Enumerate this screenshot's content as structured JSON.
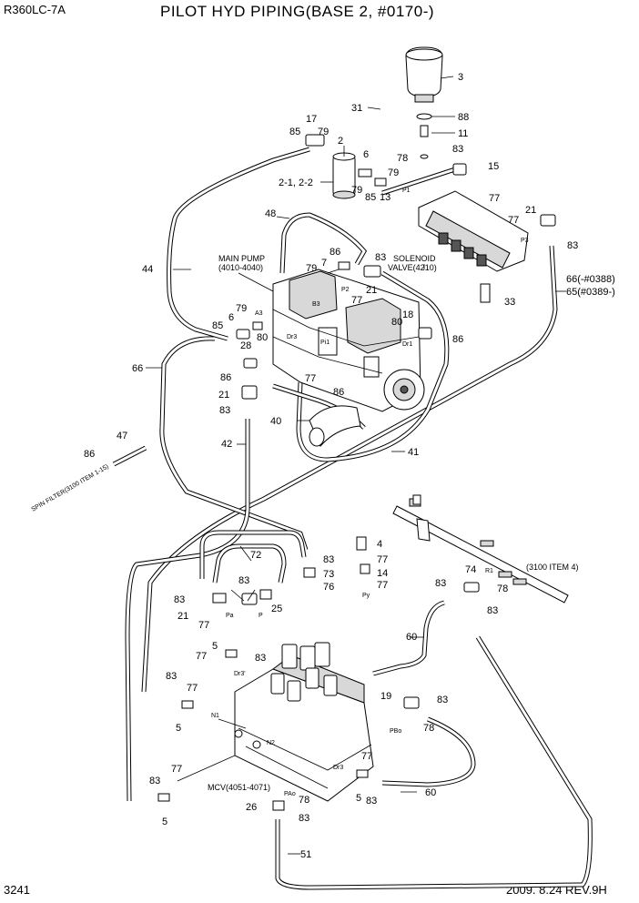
{
  "header": {
    "model": "R360LC-7A",
    "title": "PILOT HYD PIPING(BASE 2, #0170-)",
    "page_number": "3241",
    "revision": "2009. 8.24  REV.9H"
  },
  "notes": {
    "main_pump_1": "MAIN PUMP",
    "main_pump_2": "(4010-4040)",
    "solenoid_1": "SOLENOID",
    "solenoid_2": "VALVE(4210)",
    "pipe_ref": "(3100 ITEM 4)",
    "mcv": "MCV(4051-4071)",
    "pilot_filter": "SPIN FILTER(3100 ITEM 1-15)"
  },
  "ports": {
    "p1": "P1",
    "p2": "P2",
    "p3": "P3",
    "a3": "A3",
    "b3": "B3",
    "dr3": "Dr3",
    "pi1": "Pi1",
    "dr1": "Dr1",
    "py": "Py",
    "pa": "Pa",
    "p": "P",
    "r1": "R1",
    "dr3b": "Dr3'",
    "n1": "N1",
    "n2": "N2",
    "pbo": "PBo",
    "dr3c": "Dr3",
    "pao": "PAo"
  },
  "callouts": {
    "c3": "3",
    "c31": "31",
    "c88": "88",
    "c11": "11",
    "c78a": "78",
    "c17": "17",
    "c85a": "85",
    "c79a": "79",
    "c2": "2",
    "c6a": "6",
    "c79b": "79",
    "c85b": "85",
    "c13": "13",
    "c2122": "2-1, 2-2",
    "c79c": "79",
    "c83a": "83",
    "c15": "15",
    "c77a": "77",
    "c21a": "21",
    "c77b": "77",
    "c83b": "83",
    "c48": "48",
    "c86a": "86",
    "c7": "7",
    "c79d": "79",
    "c83c": "83",
    "c21b": "21",
    "c77c": "77",
    "c33": "33",
    "c6665a": "66(-#0388)",
    "c6665b": "65(#0389-)",
    "c44": "44",
    "c79e": "79",
    "c6b": "6",
    "c85c": "85",
    "c28": "28",
    "c80a": "80",
    "c18": "18",
    "c80b": "80",
    "c86b": "86",
    "c66": "66",
    "c86c": "86",
    "c77d": "77",
    "c86d": "86",
    "c21c": "21",
    "c83d": "83",
    "c40": "40",
    "c42": "42",
    "c41": "41",
    "c47": "47",
    "c86e": "86",
    "c4": "4",
    "c77e": "77",
    "c14": "14",
    "c77f": "77",
    "c72": "72",
    "c83e": "83",
    "c73": "73",
    "c76": "76",
    "c83f": "83",
    "c83g": "83",
    "c25": "25",
    "c21d": "21",
    "c77g": "77",
    "c74": "74",
    "c83h": "83",
    "c78b": "78",
    "c83i": "83",
    "c5a": "5",
    "c83j": "83",
    "c77h": "77",
    "c60a": "60",
    "c83k": "83",
    "c77i": "77",
    "c5b": "5",
    "c19": "19",
    "c83l": "83",
    "c78c": "78",
    "c83m": "83",
    "c77j": "77",
    "c5c": "5",
    "c77k": "77",
    "c5d": "5",
    "c83n": "83",
    "c60b": "60",
    "c78d": "78",
    "c26": "26",
    "c83o": "83",
    "c51": "51"
  }
}
